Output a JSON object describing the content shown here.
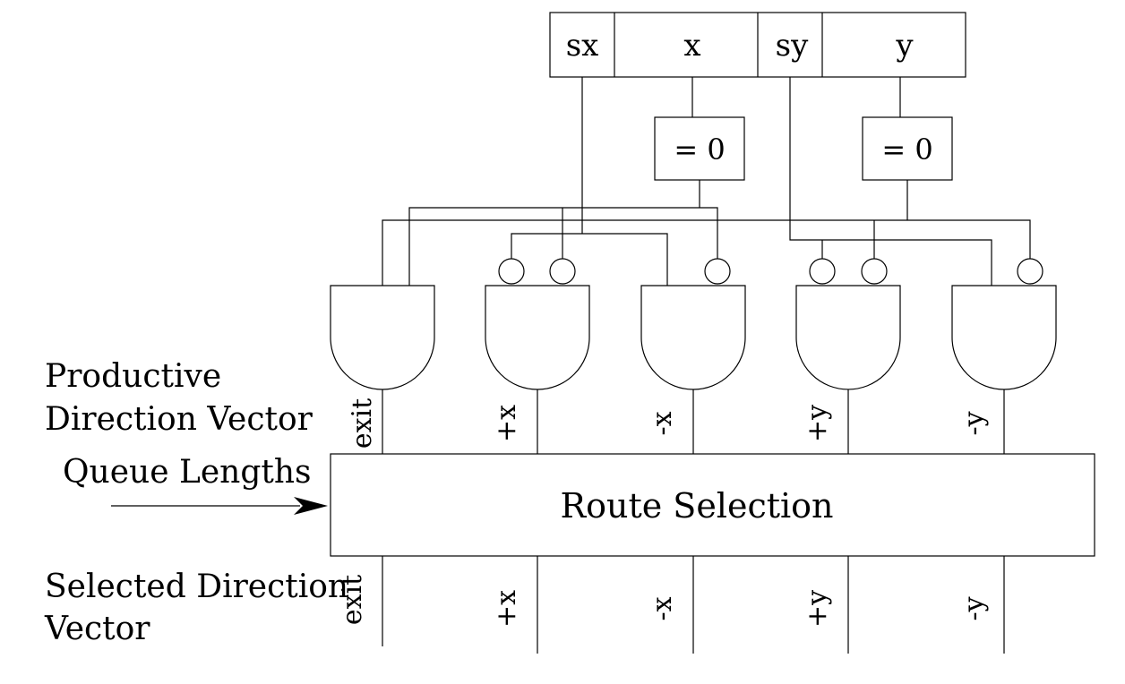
{
  "register": {
    "fields": [
      "sx",
      "x",
      "sy",
      "y"
    ]
  },
  "comparators": [
    "= 0",
    "= 0"
  ],
  "productive_label": [
    "Productive",
    "Direction Vector"
  ],
  "queue_label": "Queue Lengths",
  "selected_label": [
    "Selected Direction",
    "Vector"
  ],
  "route_selection": "Route Selection",
  "productive_outputs": [
    "exit",
    "+x",
    "-x",
    "+y",
    "-y"
  ],
  "selected_outputs": [
    "exit",
    "+x",
    "-x",
    "+y",
    "-y"
  ]
}
